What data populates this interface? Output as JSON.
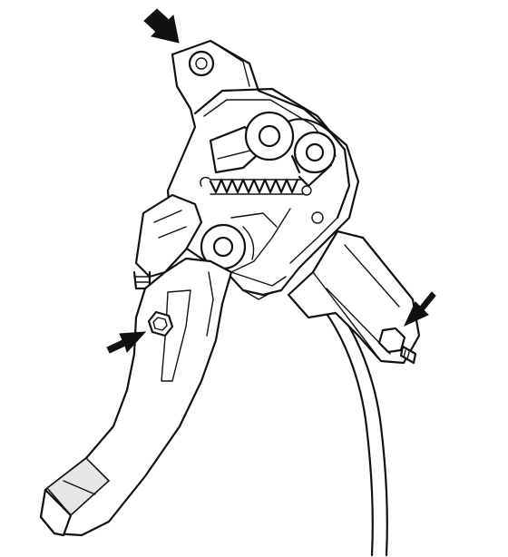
{
  "figure": {
    "subject": "pedal-bracket-assembly",
    "callouts": [
      {
        "id": "upper-mount-nut",
        "icon": "arrow-icon"
      },
      {
        "id": "left-mount-nut",
        "icon": "arrow-icon"
      },
      {
        "id": "right-mount-nut",
        "icon": "arrow-icon"
      }
    ],
    "colors": {
      "line": "#111111",
      "background": "#ffffff",
      "shade": "#e6e6e6"
    }
  }
}
